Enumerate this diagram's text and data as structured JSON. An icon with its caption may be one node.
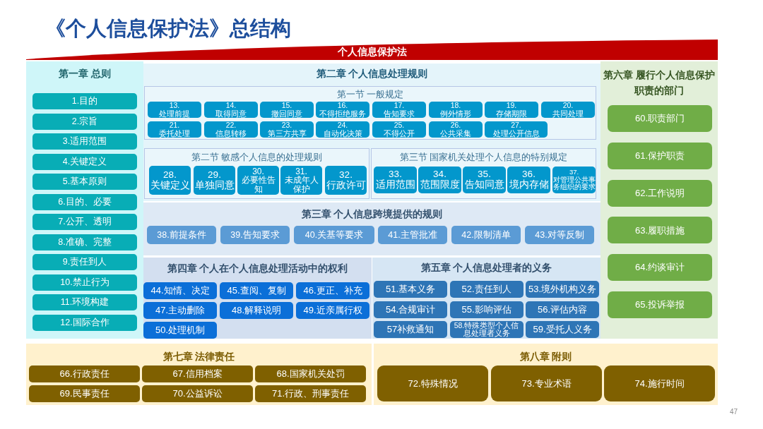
{
  "diagram": {
    "title": "《个人信息保护法》总结构",
    "nodes": [
      {
        "text": [
          "个人信息保护法"
        ]
      },
      {
        "text": [
          "第一章 总则"
        ]
      },
      {
        "text": [
          "1.目的"
        ],
        "in": 1
      },
      {
        "text": [
          "2.宗旨"
        ],
        "in": 1
      },
      {
        "text": [
          "3.适用范围"
        ],
        "in": 1
      },
      {
        "text": [
          "4.关键定义"
        ],
        "in": 1
      },
      {
        "text": [
          "5.基本原则"
        ],
        "in": 1
      },
      {
        "text": [
          "6.目的、必要"
        ],
        "in": 1
      },
      {
        "text": [
          "7.公开、透明"
        ],
        "in": 1
      },
      {
        "text": [
          "8.准确、完整"
        ],
        "in": 1
      },
      {
        "text": [
          "9.责任到人"
        ],
        "in": 1
      },
      {
        "text": [
          "10.禁止行为"
        ],
        "in": 1
      },
      {
        "text": [
          "11.环境构建"
        ],
        "in": 1
      },
      {
        "text": [
          "12.国际合作"
        ],
        "in": 1
      },
      {
        "text": [
          "第二章 个人信息处理规则"
        ]
      },
      {
        "text": [
          "第一节 一般规定"
        ],
        "in": 14
      },
      {
        "text": [
          "13. 处理前提"
        ],
        "in": 15
      },
      {
        "text": [
          "14. 取得同意"
        ],
        "in": 15
      },
      {
        "text": [
          "15. 撤回同意"
        ],
        "in": 15
      },
      {
        "text": [
          "16. 不得拒绝服务"
        ],
        "in": 15
      },
      {
        "text": [
          "17. 告知要求"
        ],
        "in": 15
      },
      {
        "text": [
          "18. 例外情形"
        ],
        "in": 15
      },
      {
        "text": [
          "19. 存储期限"
        ],
        "in": 15
      },
      {
        "text": [
          "20. 共同处理"
        ],
        "in": 15
      },
      {
        "text": [
          "21. 委托处理"
        ],
        "in": 15
      },
      {
        "text": [
          "22. 信息转移"
        ],
        "in": 15
      },
      {
        "text": [
          "23. 第三方共享"
        ],
        "in": 15
      },
      {
        "text": [
          "24. 自动化决策"
        ],
        "in": 15
      },
      {
        "text": [
          "25. 不得公开"
        ],
        "in": 15
      },
      {
        "text": [
          "26. 公共采集"
        ],
        "in": 15
      },
      {
        "text": [
          "27. 处理公开信息"
        ],
        "in": 15
      },
      {
        "text": [
          "第二节 敏感个人信息的处理规则"
        ],
        "in": 14
      },
      {
        "text": [
          "28. 关键定义"
        ],
        "in": 31
      },
      {
        "text": [
          "29. 单独同意"
        ],
        "in": 31
      },
      {
        "text": [
          "30. 必要性告知"
        ],
        "in": 31
      },
      {
        "text": [
          "31. 未成年人保护"
        ],
        "in": 31
      },
      {
        "text": [
          "32. 行政许可"
        ],
        "in": 31
      },
      {
        "text": [
          "第三节 国家机关处理个人信息的特别规定"
        ],
        "in": 14
      },
      {
        "text": [
          "33. 适用范围"
        ],
        "in": 37
      },
      {
        "text": [
          "34. 范围限度"
        ],
        "in": 37
      },
      {
        "text": [
          "35. 告知同意"
        ],
        "in": 37
      },
      {
        "text": [
          "36. 境内存储"
        ],
        "in": 37
      },
      {
        "text": [
          "37. 对管理公共事务组织的要求"
        ],
        "in": 37
      },
      {
        "text": [
          "第三章 个人信息跨境提供的规则"
        ]
      },
      {
        "text": [
          "38.前提条件"
        ],
        "in": 43
      },
      {
        "text": [
          "39.告知要求"
        ],
        "in": 43
      },
      {
        "text": [
          "40.关基等要求"
        ],
        "in": 43
      },
      {
        "text": [
          "41.主管批准"
        ],
        "in": 43
      },
      {
        "text": [
          "42.限制清单"
        ],
        "in": 43
      },
      {
        "text": [
          "43.对等反制"
        ],
        "in": 43
      },
      {
        "text": [
          "第四章 个人在个人信息处理活动中的权利"
        ]
      },
      {
        "text": [
          "44.知情、决定"
        ],
        "in": 50
      },
      {
        "text": [
          "45.查阅、复制"
        ],
        "in": 50
      },
      {
        "text": [
          "46.更正、补充"
        ],
        "in": 50
      },
      {
        "text": [
          "47.主动删除"
        ],
        "in": 50
      },
      {
        "text": [
          "48.解释说明"
        ],
        "in": 50
      },
      {
        "text": [
          "49.近亲属行权"
        ],
        "in": 50
      },
      {
        "text": [
          "50.处理机制"
        ],
        "in": 50
      },
      {
        "text": [
          "第五章 个人信息处理者的义务"
        ]
      },
      {
        "text": [
          "51.基本义务"
        ],
        "in": 58
      },
      {
        "text": [
          "52.责任到人"
        ],
        "in": 58
      },
      {
        "text": [
          "53.境外机构义务"
        ],
        "in": 58
      },
      {
        "text": [
          "54.合规审计"
        ],
        "in": 58
      },
      {
        "text": [
          "55.影响评估"
        ],
        "in": 58
      },
      {
        "text": [
          "56.评估内容"
        ],
        "in": 58
      },
      {
        "text": [
          "57补救通知"
        ],
        "in": 58
      },
      {
        "text": [
          "58.特殊类型个人信息处理者义务"
        ],
        "in": 58
      },
      {
        "text": [
          "59.受托人义务"
        ],
        "in": 58
      },
      {
        "text": [
          "第六章 履行个人信息保护职责的部门"
        ]
      },
      {
        "text": [
          "60.职责部门"
        ],
        "in": 68
      },
      {
        "text": [
          "61.保护职责"
        ],
        "in": 68
      },
      {
        "text": [
          "62.工作说明"
        ],
        "in": 68
      },
      {
        "text": [
          "63.履职措施"
        ],
        "in": 68
      },
      {
        "text": [
          "64.约谈审计"
        ],
        "in": 68
      },
      {
        "text": [
          "65.投诉举报"
        ],
        "in": 68
      },
      {
        "text": [
          "第七章 法律责任"
        ]
      },
      {
        "text": [
          "66.行政责任"
        ],
        "in": 75
      },
      {
        "text": [
          "67.信用档案"
        ],
        "in": 75
      },
      {
        "text": [
          "68.国家机关处罚"
        ],
        "in": 75
      },
      {
        "text": [
          "69.民事责任"
        ],
        "in": 75
      },
      {
        "text": [
          "70.公益诉讼"
        ],
        "in": 75
      },
      {
        "text": [
          "71.行政、刑事责任"
        ],
        "in": 75
      },
      {
        "text": [
          "第八章 附则"
        ]
      },
      {
        "text": [
          "72.特殊情况"
        ],
        "in": 82
      },
      {
        "text": [
          "73.专业术语"
        ],
        "in": 82
      },
      {
        "text": [
          "74.施行时间"
        ],
        "in": 82
      }
    ],
    "labels": [
      "47"
    ]
  }
}
